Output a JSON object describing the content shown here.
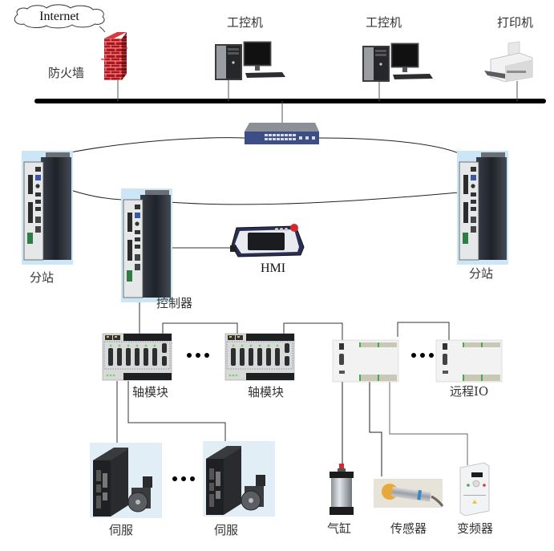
{
  "diagram": {
    "type": "industrial-network-topology",
    "top_network": {
      "cloud_label": "Internet",
      "firewall_label": "防火墙",
      "ipc_1_label": "工控机",
      "ipc_2_label": "工控机",
      "printer_label": "打印机"
    },
    "ring_network": {
      "substation_left_label": "分站",
      "substation_right_label": "分站",
      "controller_label": "控制器",
      "hmi_label": "HMI"
    },
    "field_bus": {
      "axis_module_1_label": "轴模块",
      "axis_module_2_label": "轴模块",
      "remote_io_label": "远程IO",
      "ellipsis": "•••"
    },
    "field_devices": {
      "servo_1_label": "伺服",
      "servo_2_label": "伺服",
      "cylinder_label": "气缸",
      "sensor_label": "传感器",
      "vfd_label": "变频器"
    },
    "colors": {
      "bus_line": "#000000",
      "connector_line": "#333333",
      "firewall_red": "#b3141c",
      "switch_blue": "#3d4e86",
      "device_bg": "#cde6f5",
      "device_black": "#222222",
      "led_green": "#6fd36b",
      "terminal_green": "#3fae4a"
    }
  }
}
